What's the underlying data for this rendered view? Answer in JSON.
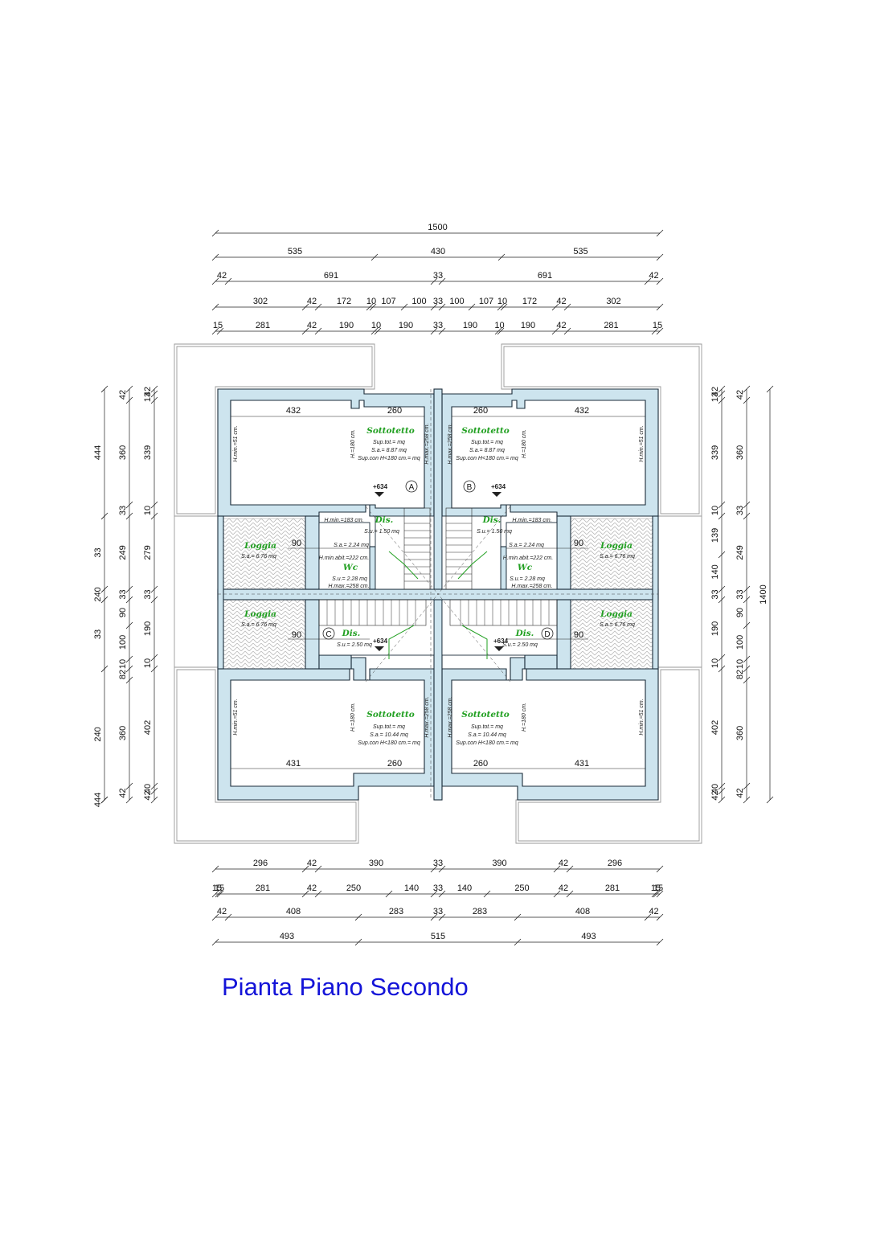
{
  "title": "Pianta Piano Secondo",
  "colors": {
    "wall": "#cde4ee",
    "title": "#1414d8",
    "room_label": "#22a022",
    "hatch": "#b9b9b9"
  },
  "dims": {
    "top": [
      [
        "1500"
      ],
      [
        "535",
        "430",
        "535"
      ],
      [
        "42",
        "691",
        "33",
        "691",
        "42"
      ],
      [
        "302",
        "42",
        "172",
        "10",
        "107",
        "100",
        "33",
        "100",
        "107",
        "10",
        "172",
        "42",
        "302"
      ],
      [
        "15",
        "281",
        "42",
        "190",
        "10",
        "190",
        "33",
        "190",
        "10",
        "190",
        "42",
        "281",
        "15"
      ]
    ],
    "bottom": [
      [
        "296",
        "42",
        "390",
        "33",
        "390",
        "42",
        "296"
      ],
      [
        "15",
        "15",
        "281",
        "42",
        "250",
        "140",
        "33",
        "140",
        "250",
        "42",
        "281",
        "15",
        "15"
      ],
      [
        "42",
        "408",
        "283",
        "33",
        "283",
        "408",
        "42"
      ],
      [
        "493",
        "515",
        "493"
      ]
    ],
    "left": [
      [
        "444",
        "33",
        "240",
        "33",
        "240",
        "444"
      ],
      [
        "42",
        "360",
        "33",
        "249",
        "33",
        "90",
        "100",
        "10",
        "82",
        "360",
        "42"
      ],
      [
        "42",
        "13",
        "339",
        "10",
        "279",
        "33",
        "190",
        "10",
        "402",
        "40",
        "42"
      ]
    ],
    "right": [
      [
        "42",
        "13",
        "339",
        "10",
        "139",
        "140",
        "33",
        "190",
        "10",
        "402",
        "40",
        "42"
      ],
      [
        "42",
        "360",
        "33",
        "249",
        "33",
        "90",
        "100",
        "10",
        "82",
        "360",
        "42"
      ],
      [
        "1400"
      ]
    ]
  },
  "inner_dims": [
    "432",
    "260",
    "260",
    "432",
    "431",
    "260",
    "260",
    "431",
    "90",
    "90",
    "90",
    "90"
  ],
  "rooms": {
    "sottotetto_a": {
      "name": "Sottotetto",
      "l1": "Sup.tot.=    mq",
      "l2": "S.a.=  8.87  mq",
      "l3": "Sup.con  H<180  cm.=    mq"
    },
    "sottotetto_b": {
      "name": "Sottotetto",
      "l1": "Sup.tot.=    mq",
      "l2": "S.a.=  8.87  mq",
      "l3": "Sup.con  H<180  cm.=    mq"
    },
    "sottotetto_c": {
      "name": "Sottotetto",
      "l1": "Sup.tot.=    mq",
      "l2": "S.a.=  10.44  mq",
      "l3": "Sup.con  H<180  cm.=    mq"
    },
    "sottotetto_d": {
      "name": "Sottotetto",
      "l1": "Sup.tot.=    mq",
      "l2": "S.a.=  10.44  mq",
      "l3": "Sup.con  H<180  cm.=    mq"
    },
    "loggia": {
      "name": "Loggia",
      "sa": "S.a.=  6.76  mq"
    },
    "dis_top": {
      "name": "Dis.",
      "su": "S.u.=  1.50  mq",
      "hmin": "H.min.=183  cm."
    },
    "dis_bot": {
      "name": "Dis.",
      "su": "S.u.=  2.50  mq"
    },
    "wc": {
      "name": "Wc",
      "su": "S.u.=  2.28  mq",
      "hmax": "H.max.=258  cm.",
      "hmin_abit": "H.min.abit.=222  cm."
    },
    "sa_224": "S.a.=  2.24  mq"
  },
  "heights": {
    "hmin51": "H.min.=51  cm.",
    "h180": "H.=180  cm.",
    "hmax258": "H.max.=258  cm."
  },
  "units": [
    "A",
    "B",
    "C",
    "D"
  ],
  "level": "+634"
}
